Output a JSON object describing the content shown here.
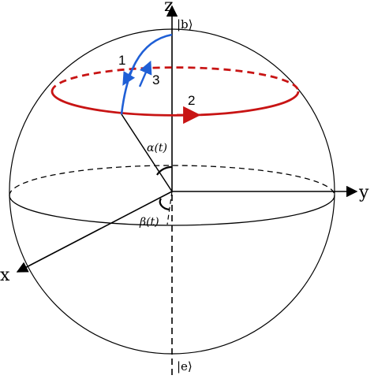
{
  "axes": {
    "z": "z",
    "y": "y",
    "x": "x"
  },
  "kets": {
    "top": "|b⟩",
    "bottom": "|e⟩"
  },
  "angles": {
    "alpha": "α(t)",
    "beta": "β(t)"
  },
  "steps": {
    "one": "1",
    "two": "2",
    "three": "3"
  },
  "colors": {
    "path_blue": "#1f5fd6",
    "orbit_red": "#c81414",
    "line": "#000000"
  }
}
